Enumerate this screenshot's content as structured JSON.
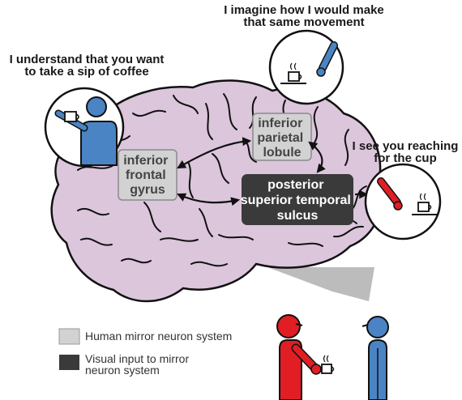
{
  "captions": {
    "imagine": [
      "I imagine how I would make",
      "that same movement"
    ],
    "understand": [
      "I understand that you want",
      "to take a sip of coffee"
    ],
    "see": [
      "I see you  reaching",
      "for the cup"
    ]
  },
  "regions": {
    "ifg": [
      "inferior",
      "frontal",
      "gyrus"
    ],
    "ipl": [
      "inferior",
      "parietal",
      "lobule"
    ],
    "psts": [
      "posterior",
      "superior temporal",
      "sulcus"
    ]
  },
  "legend": {
    "mirror": "Human mirror neuron system",
    "visual": [
      "Visual input to mirror",
      "neuron system"
    ]
  },
  "colors": {
    "brain": "#dcc6dc",
    "mirror_region": "#d2d2d2",
    "visual_region": "#3a3a3a",
    "observer": "#4a84c4",
    "actor": "#e01e24"
  }
}
